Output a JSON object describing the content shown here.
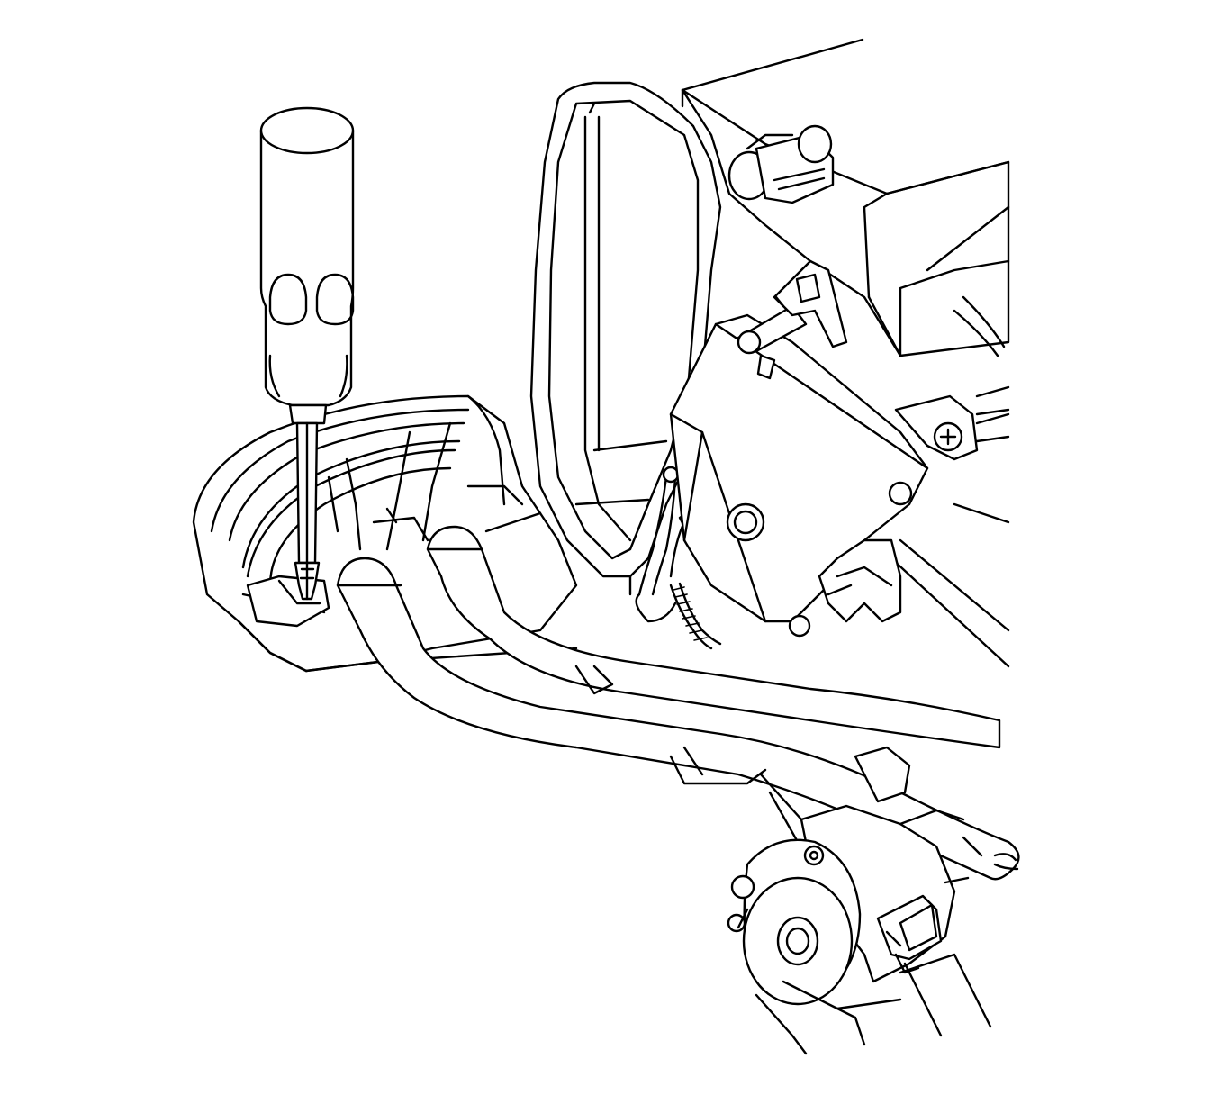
{
  "diagram": {
    "colors": {
      "line": "#000000",
      "background": "#ffffff"
    },
    "components": [
      "torx-screwdriver",
      "air-duct-housing",
      "duct-frame",
      "actuator-motor",
      "mounting-screw",
      "wire-harness",
      "hose-tubes",
      "blower-motor",
      "electrical-connector"
    ]
  }
}
